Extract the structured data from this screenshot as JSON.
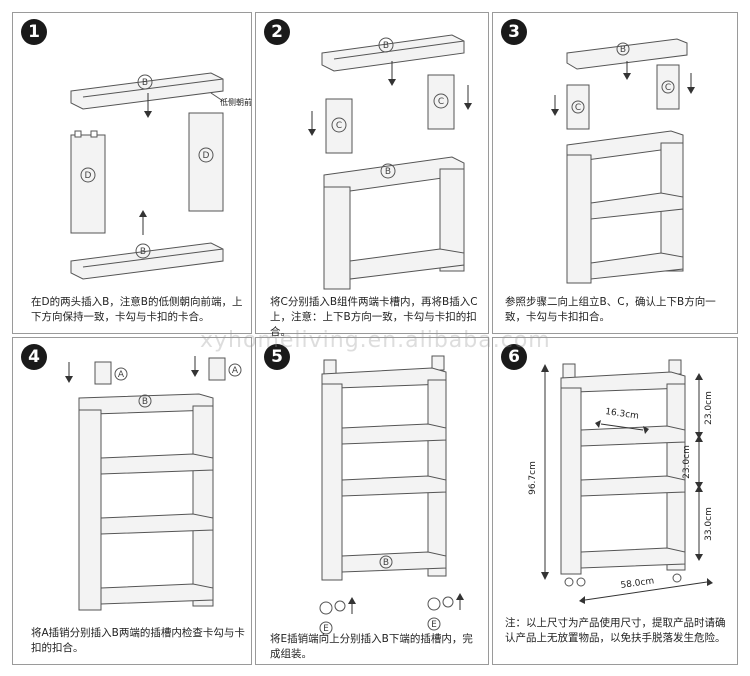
{
  "steps": [
    {
      "number": "1",
      "caption": "在D的两头插入B，注意B的低侧朝向前端，上下方向保持一致，卡勾与卡扣的卡合。"
    },
    {
      "number": "2",
      "caption": "将C分别插入B组件两端卡槽内，再将B插入C上，注意：上下B方向一致，卡勾与卡扣的扣合。"
    },
    {
      "number": "3",
      "caption": "参照步骤二向上组立B、C，确认上下B方向一致，卡勾与卡扣扣合。"
    },
    {
      "number": "4",
      "caption": "将A插销分别插入B两端的插槽内检查卡勾与卡扣的扣合。"
    },
    {
      "number": "5",
      "caption": "将E插销端向上分别插入B下端的插槽内，完成组装。"
    },
    {
      "number": "6",
      "caption": "注：以上尺寸为产品使用尺寸，提取产品时请确认产品上无放置物品，以免扶手脱落发生危险。"
    }
  ],
  "part_labels": {
    "A": "A",
    "B": "B",
    "C": "C",
    "D": "D",
    "E": "E"
  },
  "step1_note": "低侧朝前",
  "dimensions": {
    "height": "96.7cm",
    "width": "58.0cm",
    "depth": "16.3cm",
    "tier_upper": "23.0cm",
    "tier_middle": "23.0cm",
    "tier_lower": "33.0cm"
  },
  "watermark": "xyhomeliving.en.alibaba.com",
  "colors": {
    "line": "#555555",
    "fill": "#f3f3f3",
    "number_bg": "#1a1a1a"
  }
}
